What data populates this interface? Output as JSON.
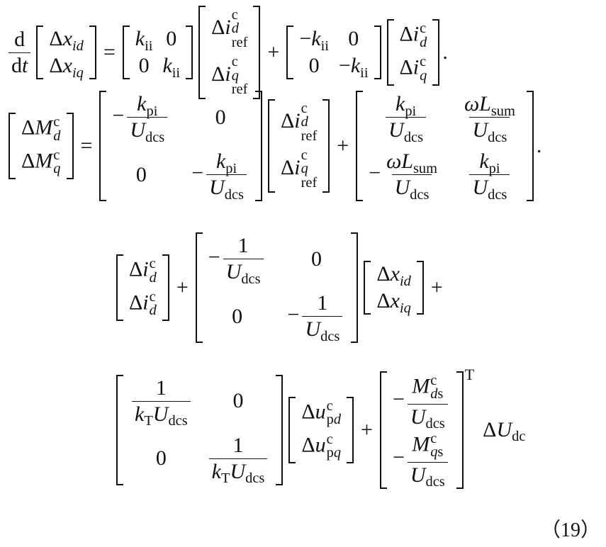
{
  "equation": {
    "lhs1": "d",
    "lhs1_den": "dt",
    "tag": "（19）",
    "sym_delta": "Δ",
    "sym_plus": "+",
    "sym_eq": "=",
    "sym_minus": "−",
    "sym_dot": ".",
    "k_ii": "k",
    "sub_ii": "ii",
    "k_pi": "k",
    "sub_pi": "pi",
    "U": "U",
    "sub_dcs": "dcs",
    "omega": "ω",
    "L": "L",
    "sub_sum": "sum",
    "M": "M",
    "x": "x",
    "i": "i",
    "u": "u",
    "zero": "0",
    "one": "1",
    "k_T": "k",
    "sub_T": "T",
    "sup_c": "c",
    "sup_T": "T",
    "sub_id": "id",
    "sub_iq": "iq",
    "sub_dref": "dref",
    "sub_qref": "qref",
    "sub_d": "d",
    "sub_q": "q",
    "sub_pd": "pd",
    "sub_pq": "pq",
    "sub_ds": "ds",
    "sub_qs": "qs",
    "sub_dc": "dc"
  }
}
